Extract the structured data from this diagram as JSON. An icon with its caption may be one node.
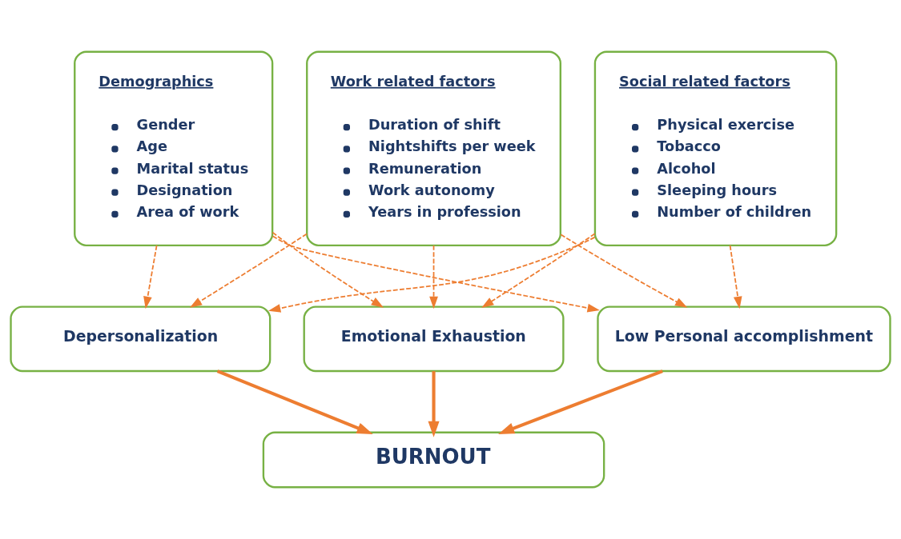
{
  "diagram": {
    "nodes": [
      {
        "text": [
          "Demographics",
          "Gender",
          "Age",
          "Marital status",
          "Designation",
          "Area of work"
        ]
      },
      {
        "text": [
          "Work related factors",
          "Duration of shift",
          "Nightshifts per week",
          "Remuneration",
          "Work autonomy",
          "Years in profession"
        ]
      },
      {
        "text": [
          "Social related factors",
          "Physical exercise",
          "Tobacco",
          "Alcohol",
          "Sleeping hours",
          "Number of children"
        ]
      },
      {
        "text": [
          "Depersonalization"
        ]
      },
      {
        "text": [
          "Emotional Exhaustion"
        ]
      },
      {
        "text": [
          "Low Personal accomplishment"
        ]
      },
      {
        "text": [
          "BURNOUT"
        ]
      }
    ],
    "edges": [
      {
        "from": 0,
        "to": 3,
        "arrow": "to",
        "style": "dashed"
      },
      {
        "from": 0,
        "to": 4,
        "arrow": "to",
        "style": "dashed"
      },
      {
        "from": 0,
        "to": 5,
        "arrow": "to",
        "style": "dashed"
      },
      {
        "from": 1,
        "to": 3,
        "arrow": "to",
        "style": "dashed"
      },
      {
        "from": 1,
        "to": 4,
        "arrow": "to",
        "style": "dashed"
      },
      {
        "from": 1,
        "to": 5,
        "arrow": "to",
        "style": "dashed"
      },
      {
        "from": 2,
        "to": 3,
        "arrow": "to",
        "style": "dashed"
      },
      {
        "from": 2,
        "to": 4,
        "arrow": "to",
        "style": "dashed"
      },
      {
        "from": 2,
        "to": 5,
        "arrow": "to",
        "style": "dashed"
      },
      {
        "from": 3,
        "to": 6,
        "arrow": "to",
        "style": "thick"
      },
      {
        "from": 4,
        "to": 6,
        "arrow": "to",
        "style": "thick"
      },
      {
        "from": 5,
        "to": 6,
        "arrow": "to",
        "style": "thick"
      }
    ]
  }
}
